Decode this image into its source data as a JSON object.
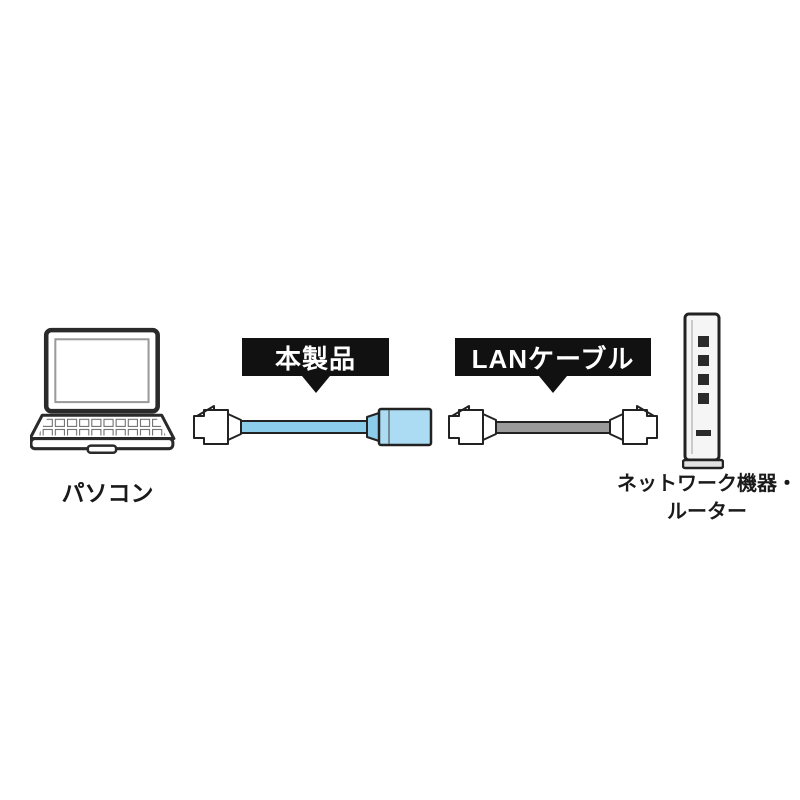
{
  "diagram": {
    "laptop_label": "パソコン",
    "product_callout": "本製品",
    "lan_cable_callout": "LANケーブル",
    "router_label_line1": "ネットワーク機器・",
    "router_label_line2": "ルーター",
    "colors": {
      "background": "#ffffff",
      "callout_bg": "#111111",
      "callout_text": "#ffffff",
      "outline": "#222222",
      "product_cable_blue": "#8ccdec",
      "coupler_blue": "#abdcf3",
      "lan_cable_gray": "#9b9b9b",
      "label_text": "#1a1a1a"
    }
  }
}
